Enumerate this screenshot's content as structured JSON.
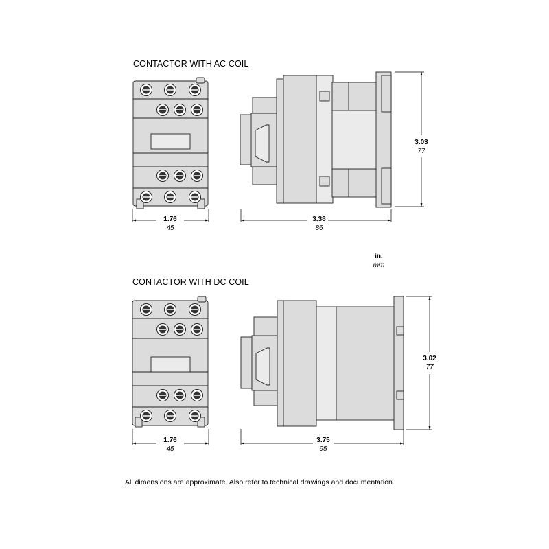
{
  "ac": {
    "title": "CONTACTOR WITH AC COIL",
    "width": {
      "in": "1.76",
      "mm": "45"
    },
    "depth": {
      "in": "3.38",
      "mm": "86"
    },
    "height": {
      "in": "3.03",
      "mm": "77"
    }
  },
  "units": {
    "in": "in.",
    "mm": "mm"
  },
  "dc": {
    "title": "CONTACTOR WITH DC COIL",
    "width": {
      "in": "1.76",
      "mm": "45"
    },
    "depth": {
      "in": "3.75",
      "mm": "95"
    },
    "height": {
      "in": "3.02",
      "mm": "77"
    }
  },
  "footnote": "All dimensions are approximate.  Also refer to technical drawings and documentation."
}
